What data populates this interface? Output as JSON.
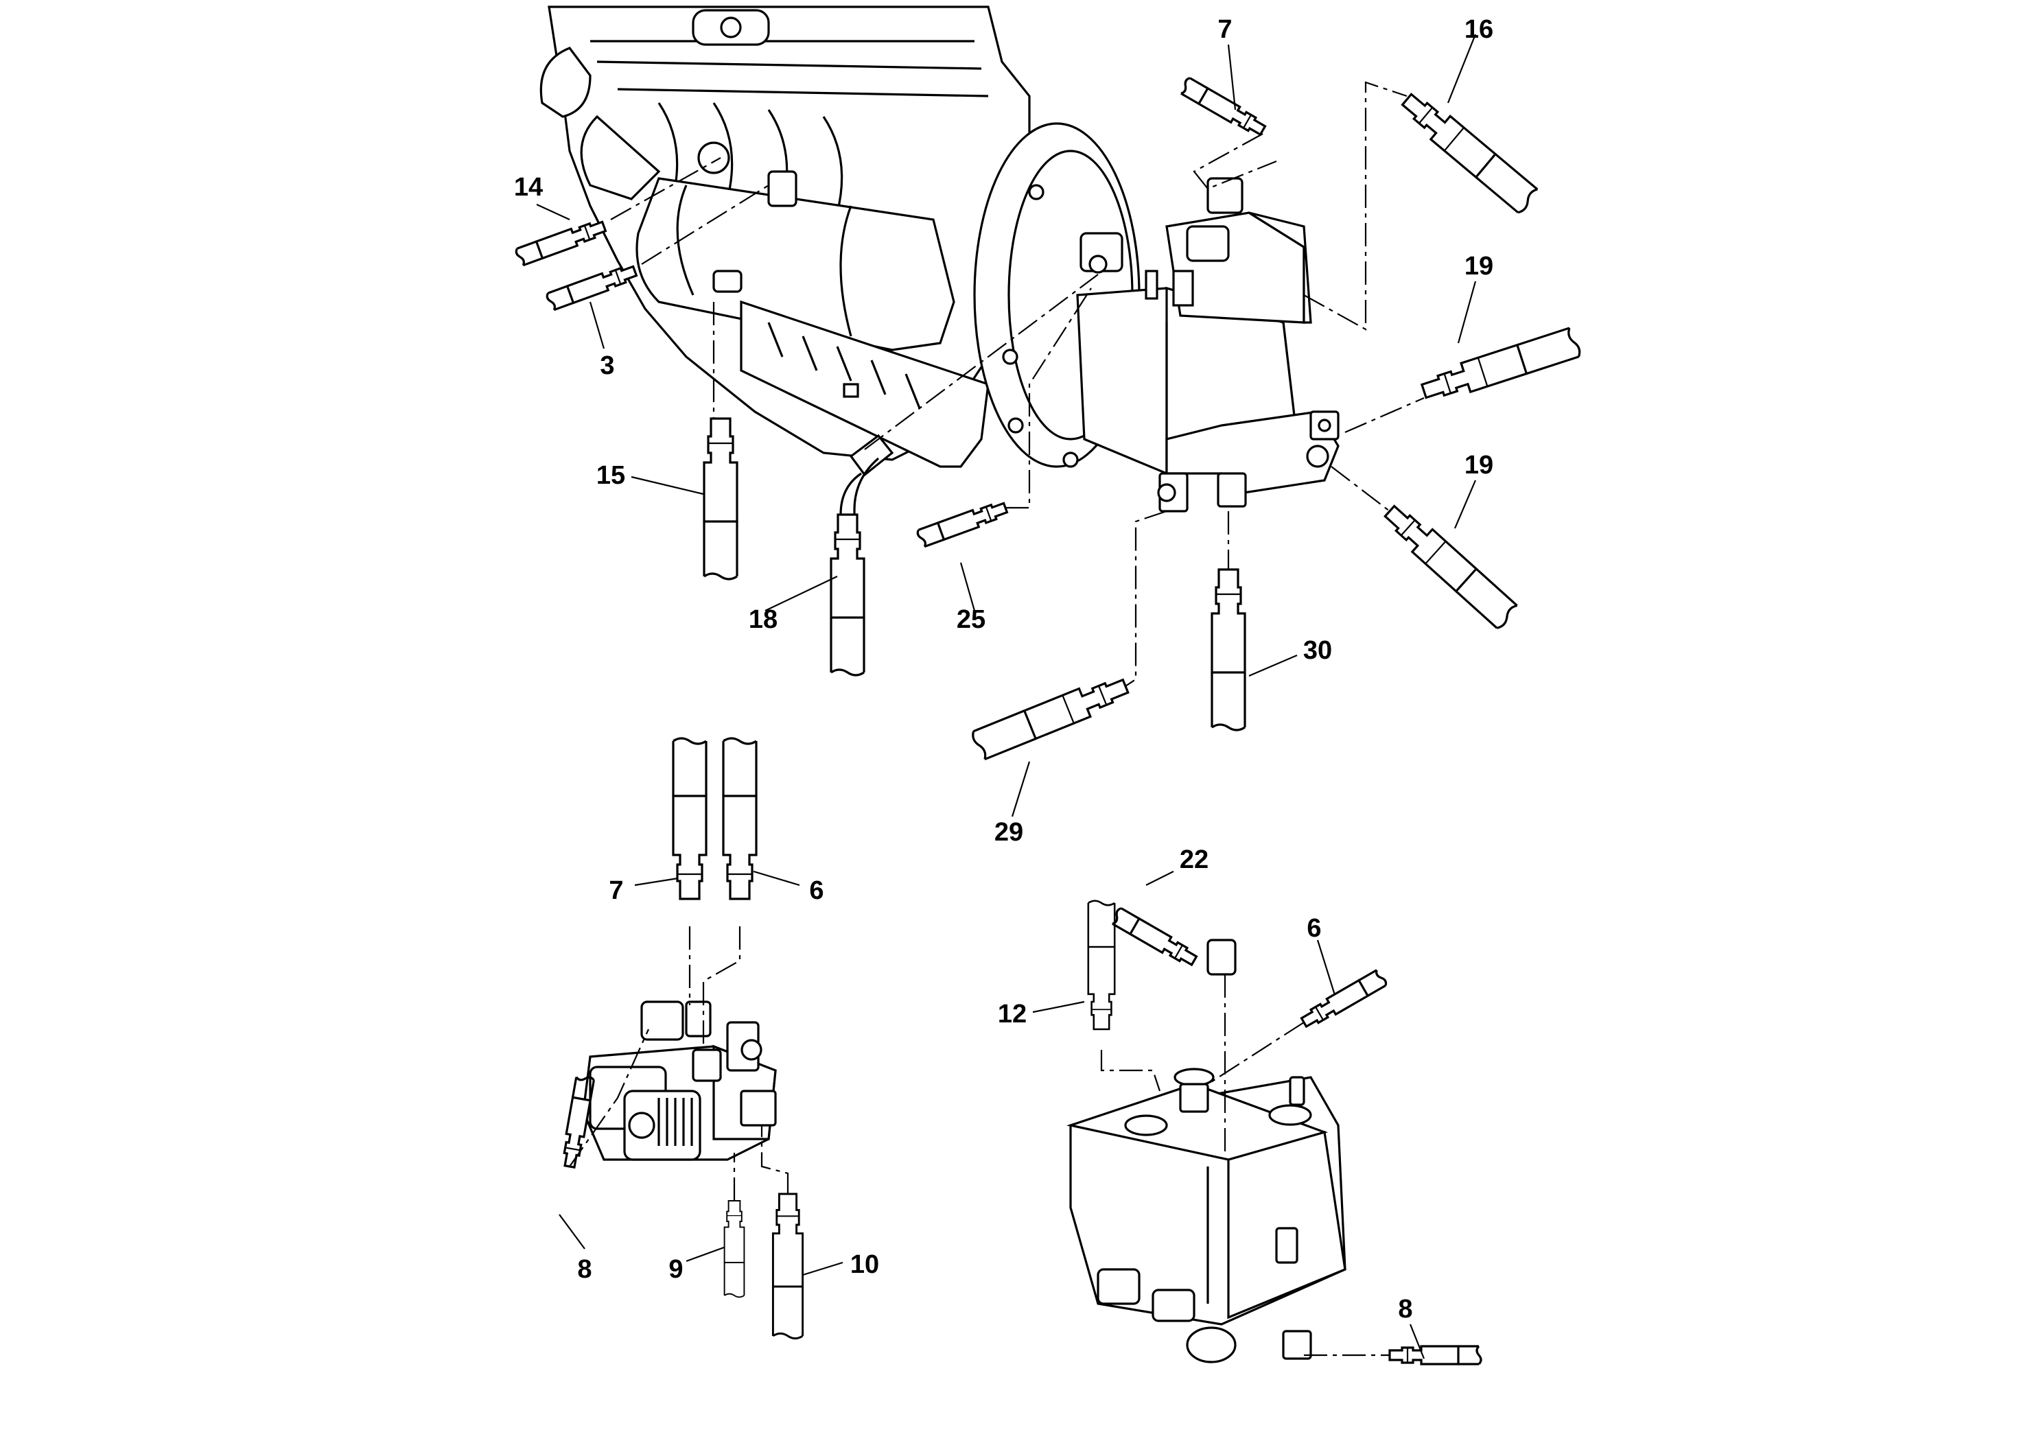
{
  "callouts": {
    "c7_top": "7",
    "c16": "16",
    "c14": "14",
    "c3": "3",
    "c19_a": "19",
    "c19_b": "19",
    "c15": "15",
    "c18": "18",
    "c25": "25",
    "c30": "30",
    "c29": "29",
    "c7_bl": "7",
    "c6_bl": "6",
    "c8_bl": "8",
    "c9": "9",
    "c10": "10",
    "c22": "22",
    "c12": "12",
    "c6_br": "6",
    "c8_br": "8"
  },
  "colors": {
    "line": "#000000",
    "background": "#ffffff"
  },
  "groups": [
    "engine-pump-assembly",
    "valve-block-left",
    "valve-block-right"
  ]
}
